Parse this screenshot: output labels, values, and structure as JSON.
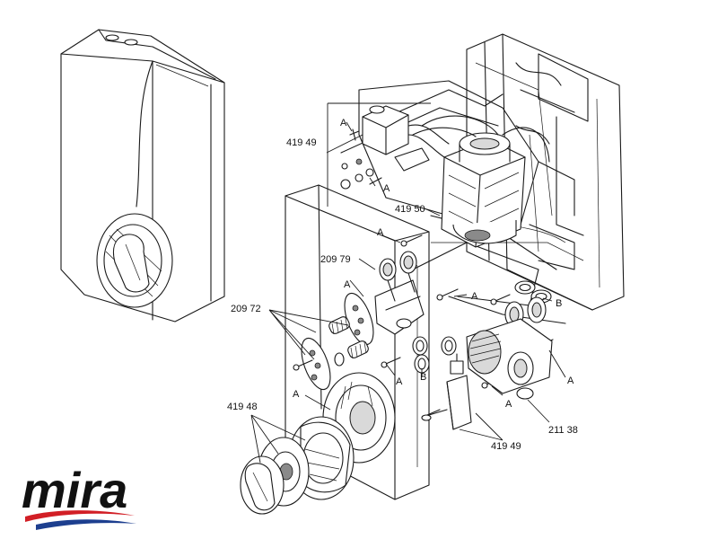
{
  "brand": {
    "logo_text": "mira",
    "logo_color": "#111111",
    "swoosh_colors": [
      "#d21f26",
      "#1d3f8f"
    ]
  },
  "labels": {
    "p41949_top": "419 49",
    "p41950": "419 50",
    "p20979": "209 79",
    "p20972": "209 72",
    "p41948": "419 48",
    "p21138": "211 38",
    "p41949_bottom": "419 49",
    "a1": "A",
    "a2": "A",
    "a3": "A",
    "a4": "A",
    "a5": "A",
    "a6": "A",
    "a7": "A",
    "a8": "A",
    "a9": "A",
    "b1": "B",
    "b2": "B"
  },
  "colors": {
    "line": "#1a1a1a",
    "paper": "#ffffff",
    "shade": "#d9d9d9"
  }
}
